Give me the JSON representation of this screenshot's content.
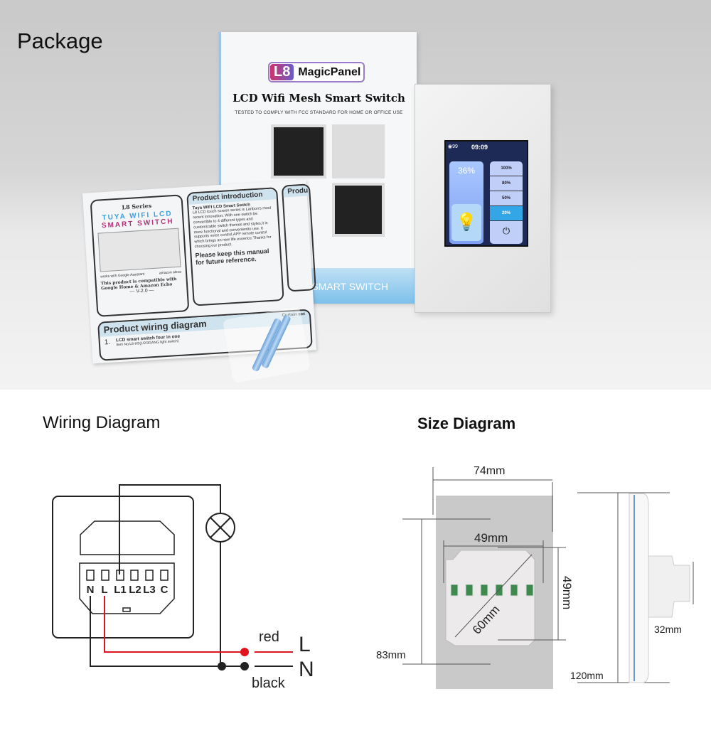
{
  "package": {
    "title": "Package",
    "box": {
      "logo_badge": "L8",
      "logo_name": "MagicPanel",
      "title": "LCD Wifi Mesh Smart Switch",
      "subtitle": "TESTED TO COMPLY WITH FCC STANDARD FOR HOME OR OFFICE USE",
      "band_text": "SMART SWITCH"
    },
    "manual": {
      "series": "L8 Series",
      "brand_line1": "TUYA WIFI LCD",
      "brand_line2": "SMART SWITCH",
      "works_google": "works with Google Assistant",
      "works_alexa": "amazon alexa",
      "compat": "This product is compatible with Google Home & Amazon Echo",
      "version": "— V-2.0 —",
      "intro_heading": "Product introduction",
      "intro_title": "Tuya WIFI LCD Smart Switch",
      "intro_body": "L8 LCD touch screen series is Lanbon's most recent innovation. With one switch be convertible to 4 different types and customizable switch themes and styles,it is more functional and convenientto use. It supports voice control,APP remote control which brings an new life exoerice.Thanks for choosing our product.",
      "keep_note": "Please keep this manual for future reference.",
      "param_heading": "Produ",
      "wiring_heading": "Product wiring diagram",
      "item_num": "1.",
      "item_title": "LCD smart switch four in one",
      "item_no": "Item No:L8-HS(1/2/3GANG light switch)",
      "curtain": "Curtain swi"
    },
    "switch_screen": {
      "status": "◉99",
      "time": "09:09",
      "brightness": "36%",
      "levels": [
        "100%",
        "80%",
        "50%",
        "20%"
      ],
      "active_level": "20%"
    }
  },
  "wiring": {
    "title": "Wiring Diagram",
    "terminals": [
      "N",
      "L",
      "L1",
      "L2",
      "L3",
      "C"
    ],
    "red_label": "red",
    "black_label": "black",
    "line_L": "L",
    "line_N": "N",
    "colors": {
      "red": "#e0141e",
      "black": "#222222"
    }
  },
  "size": {
    "title": "Size Diagram",
    "width": "74mm",
    "module_width": "49mm",
    "module_height": "49mm",
    "diagonal": "60mm",
    "mount_spacing": "83mm",
    "height": "120mm",
    "depth": "32mm"
  }
}
